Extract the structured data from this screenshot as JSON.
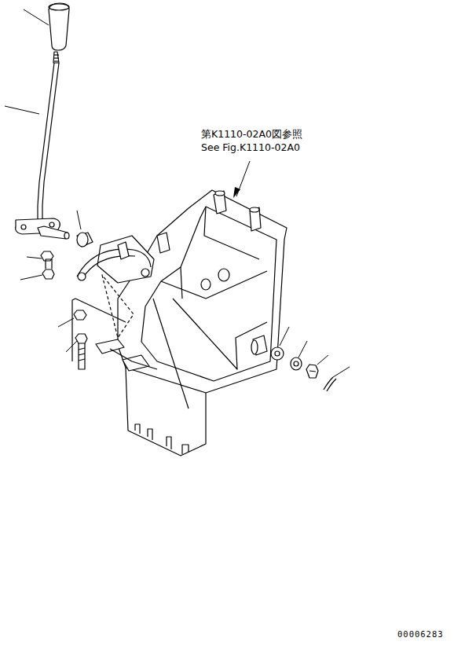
{
  "diagram": {
    "labels": [
      "第K1110-02A0図参照",
      "See Fig.K1110-02A0",
      "00006283"
    ]
  }
}
